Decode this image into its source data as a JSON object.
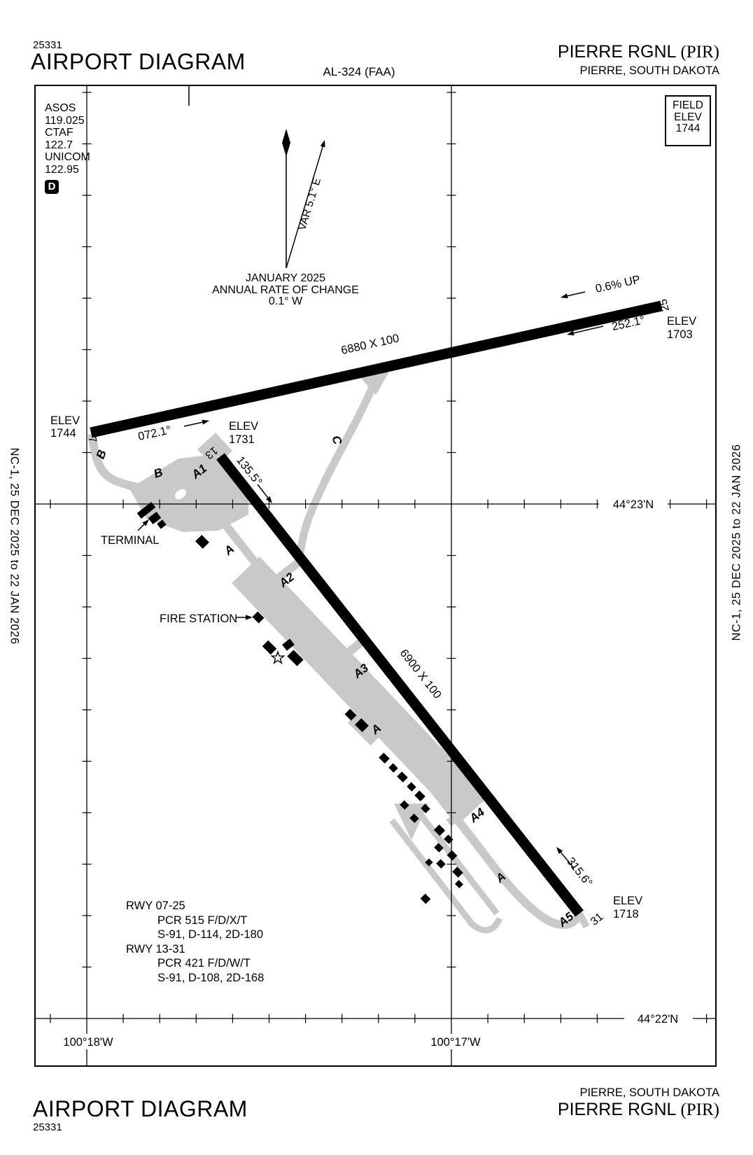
{
  "header": {
    "page_code": "25331",
    "title": "AIRPORT DIAGRAM",
    "chart_id": "AL-324 (FAA)",
    "airport_name": "PIERRE RGNL ",
    "airport_id": "(PIR)",
    "airport_city": "PIERRE, SOUTH DAKOTA"
  },
  "footer": {
    "title": "AIRPORT DIAGRAM",
    "page_code": "25331",
    "airport_city": "PIERRE, SOUTH DAKOTA",
    "airport_name": "PIERRE RGNL ",
    "airport_id": "(PIR)"
  },
  "frequencies": {
    "asos_label": "ASOS",
    "asos": "119.025",
    "ctaf_label": "CTAF",
    "ctaf": "122.7",
    "unicom_label": "UNICOM",
    "unicom": "122.95",
    "d_symbol": "D"
  },
  "field_elev": {
    "label1": "FIELD",
    "label2": "ELEV",
    "value": "1744"
  },
  "compass": {
    "variation": "VAR 5.1° E",
    "date": "JANUARY 2025",
    "rate_label": "ANNUAL RATE OF CHANGE",
    "rate_value": "0.1° W"
  },
  "rwy0725": {
    "end1": "7",
    "end2": "25",
    "dims": "6880 X 100",
    "hdg1": "072.1°",
    "hdg2": "252.1°",
    "gradient": "0.6% UP",
    "elev1_label": "ELEV",
    "elev1": "1744",
    "elev2_label": "ELEV",
    "elev2": "1703"
  },
  "rwy1331": {
    "end1": "13",
    "end2": "31",
    "dims": "6900 X 100",
    "hdg1": "135.5°",
    "hdg2": "315.6°",
    "elev1_label": "ELEV",
    "elev1": "1731",
    "elev2_label": "ELEV",
    "elev2": "1718"
  },
  "taxiways": {
    "b1": "B",
    "b2": "B",
    "a1": "A1",
    "a_top": "A",
    "a2": "A2",
    "a3": "A3",
    "a_mid": "A",
    "a4": "A4",
    "a_bot": "A",
    "a5": "A5",
    "c": "C"
  },
  "labels": {
    "terminal": "TERMINAL",
    "fire_station": "FIRE STATION"
  },
  "runway_data": {
    "lines": [
      "RWY 07-25",
      "PCR 515 F/D/X/T",
      "S-91, D-114, 2D-180",
      "RWY 13-31",
      "PCR 421 F/D/W/T",
      "S-91, D-108, 2D-168"
    ]
  },
  "coordinates": {
    "lat_top": "44°23'N",
    "lat_bottom": "44°22'N",
    "lon_left": "100°18'W",
    "lon_right": "100°17'W"
  },
  "margins": {
    "left": "NC-1, 25 DEC 2025 to 22 JAN 2026",
    "right": "NC-1, 25 DEC 2025 to 22 JAN 2026"
  }
}
